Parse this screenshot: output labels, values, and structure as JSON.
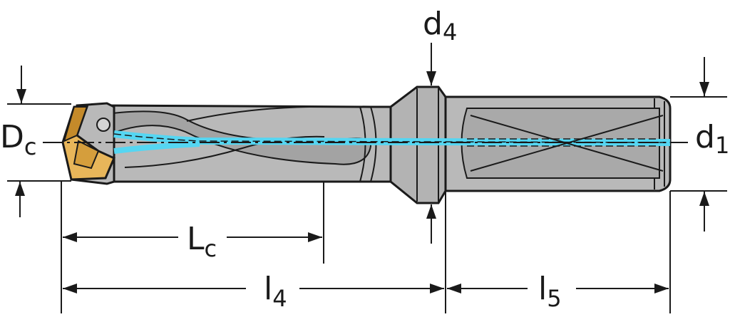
{
  "labels": {
    "dc_main": "D",
    "dc_sub": "c",
    "d4_main": "d",
    "d4_sub": "4",
    "d1_main": "d",
    "d1_sub": "1",
    "lc_main": "L",
    "lc_sub": "c",
    "l4_main": "l",
    "l4_sub": "4",
    "l5_main": "l",
    "l5_sub": "5"
  },
  "colors": {
    "body": "#b9b9b9",
    "body_shade": "#a0a0a0",
    "outline": "#1a1a1a",
    "coolant": "#55d6f2",
    "insert": "#e8b65a",
    "insert_dark": "#c48a2a"
  }
}
